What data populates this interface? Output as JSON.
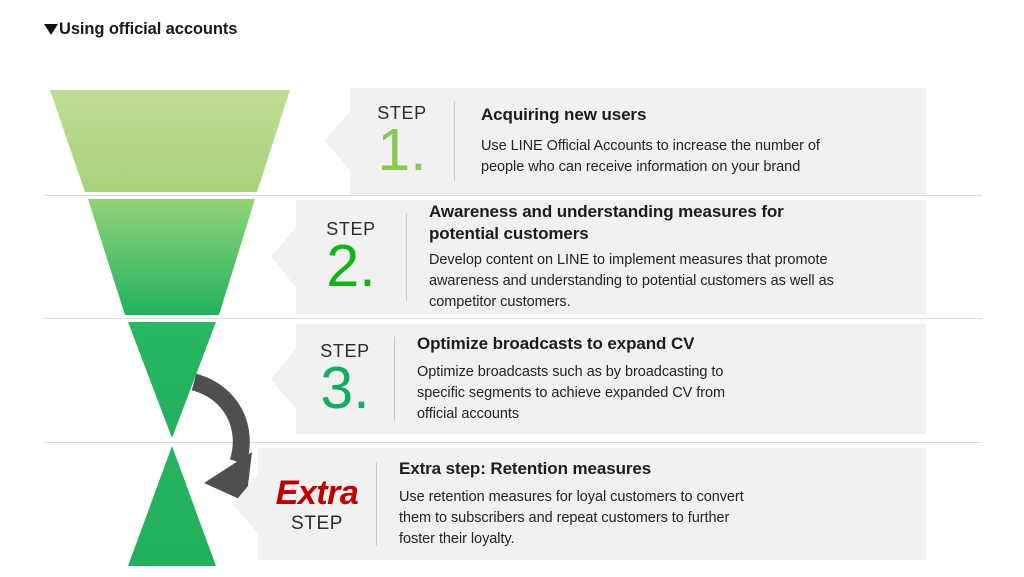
{
  "page": {
    "title": "Using official accounts",
    "title_marker": "▼"
  },
  "colors": {
    "panel_bg": "#f1f1f1",
    "divider": "#dcdcdc",
    "rule": "#c9c9c9",
    "step1_number": "#8cc751",
    "step2_number": "#0bb612",
    "step3_number": "#14ab62",
    "extra_label": "#c00000",
    "arrow_gray": "#4f4f4f",
    "funnel_1_top": "#bcdb92",
    "funnel_1_bottom": "#a9d27e",
    "funnel_2_top": "#90d176",
    "funnel_2_bottom": "#23b25e",
    "funnel_3_top": "#26b35f",
    "funnel_3_bottom": "#23b05d",
    "funnel_4_top": "#28b461",
    "funnel_4_bottom": "#23b05d"
  },
  "steps": [
    {
      "step_word": "STEP",
      "number": "1.",
      "headline": "Acquiring new users",
      "body_lines": [
        "Use LINE Official Accounts to increase the number of",
        "people who can receive information on your brand"
      ]
    },
    {
      "step_word": "STEP",
      "number": "2.",
      "headline_lines": [
        "Awareness and understanding measures for",
        "potential customers"
      ],
      "body_lines": [
        "Develop content on LINE to implement measures that promote",
        "awareness and understanding to potential customers as well as",
        "competitor customers."
      ]
    },
    {
      "step_word": "STEP",
      "number": "3.",
      "headline": "Optimize broadcasts to expand CV",
      "body_lines": [
        "Optimize broadcasts such as by broadcasting to",
        "specific segments to achieve expanded CV from",
        "official accounts"
      ]
    },
    {
      "step_word": "STEP",
      "label": "Extra",
      "headline": "Extra step: Retention measures",
      "body_lines": [
        "Use retention measures for loyal customers to convert",
        "them to subscribers and repeat customers to further",
        "foster their loyalty."
      ]
    }
  ],
  "funnel": {
    "segments": [
      {
        "name": "funnel-segment-1"
      },
      {
        "name": "funnel-segment-2"
      },
      {
        "name": "funnel-segment-3"
      },
      {
        "name": "funnel-segment-4"
      }
    ],
    "loop_arrow": "retention-loop-arrow"
  }
}
